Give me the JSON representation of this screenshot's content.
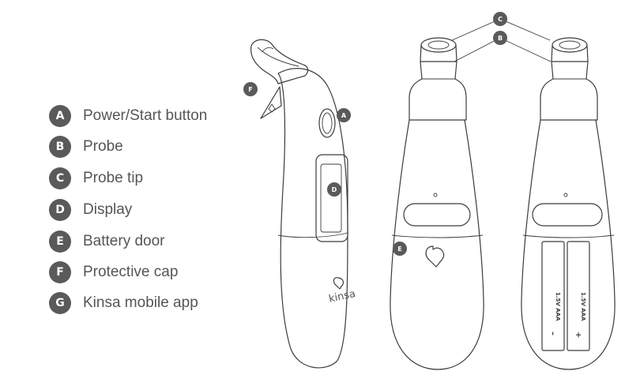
{
  "legend": [
    {
      "letter": "A",
      "label": "Power/Start button"
    },
    {
      "letter": "B",
      "label": "Probe"
    },
    {
      "letter": "C",
      "label": "Probe tip"
    },
    {
      "letter": "D",
      "label": "Display"
    },
    {
      "letter": "E",
      "label": "Battery door"
    },
    {
      "letter": "F",
      "label": "Protective cap"
    },
    {
      "letter": "G",
      "label": "Kinsa mobile app"
    }
  ],
  "callouts": {
    "a": "A",
    "b": "B",
    "c": "C",
    "d": "D",
    "e": "E",
    "f": "F"
  },
  "device": {
    "brand_text": "kinsa"
  },
  "battery": {
    "label_left": "1.5V AAA",
    "label_right": "1.5V AAA",
    "minus_sign": "–",
    "plus_sign": "+"
  },
  "colors": {
    "badge": "#5a5a5a",
    "line": "#3c3c3c",
    "label_text": "#555555"
  }
}
